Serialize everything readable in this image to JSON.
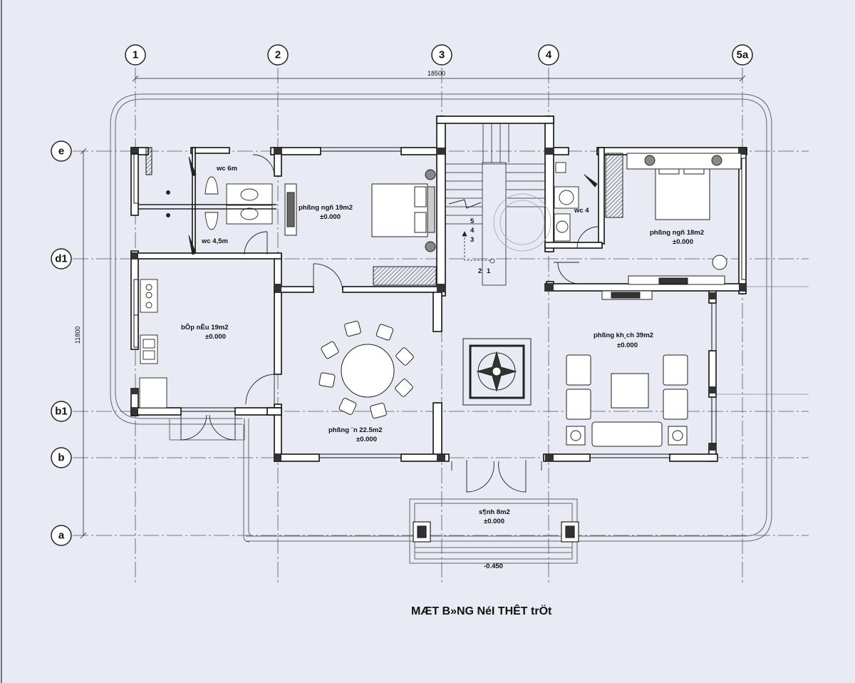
{
  "drawing_title": "MÆT B»NG NéI THÊT trÖt",
  "axes": {
    "vertical": [
      "1",
      "2",
      "3",
      "4",
      "5a"
    ],
    "horizontal": [
      "e",
      "d1",
      "b1",
      "b",
      "a"
    ]
  },
  "dimensions": {
    "overall_width": "18500",
    "overall_height": "11800"
  },
  "rooms": {
    "wc1": {
      "name": "wc 6m"
    },
    "wc2": {
      "name": "wc 4,5m"
    },
    "bedroom1": {
      "name": "phßng ngñ 19m2",
      "level": "±0.000"
    },
    "kitchen": {
      "name": "bÕp nÊu 19m2",
      "level": "±0.000"
    },
    "dining": {
      "name": "phßng ¨n 22.5m2",
      "level": "±0.000"
    },
    "wc3": {
      "name": "wc 4"
    },
    "bedroom2": {
      "name": "phßng ngñ 18m2",
      "level": "±0.000"
    },
    "living": {
      "name": "phßng kh¸ch 39m2",
      "level": "±0.000"
    },
    "hall": {
      "name": "s¶nh 8m2",
      "level": "±0.000"
    }
  },
  "outside_level": "-0.450",
  "stair_steps": [
    "5",
    "4",
    "3",
    "2",
    "1"
  ],
  "colors": {
    "background": "#e8ebf3",
    "ink": "#111111",
    "wall_fill": "#ffffff"
  }
}
